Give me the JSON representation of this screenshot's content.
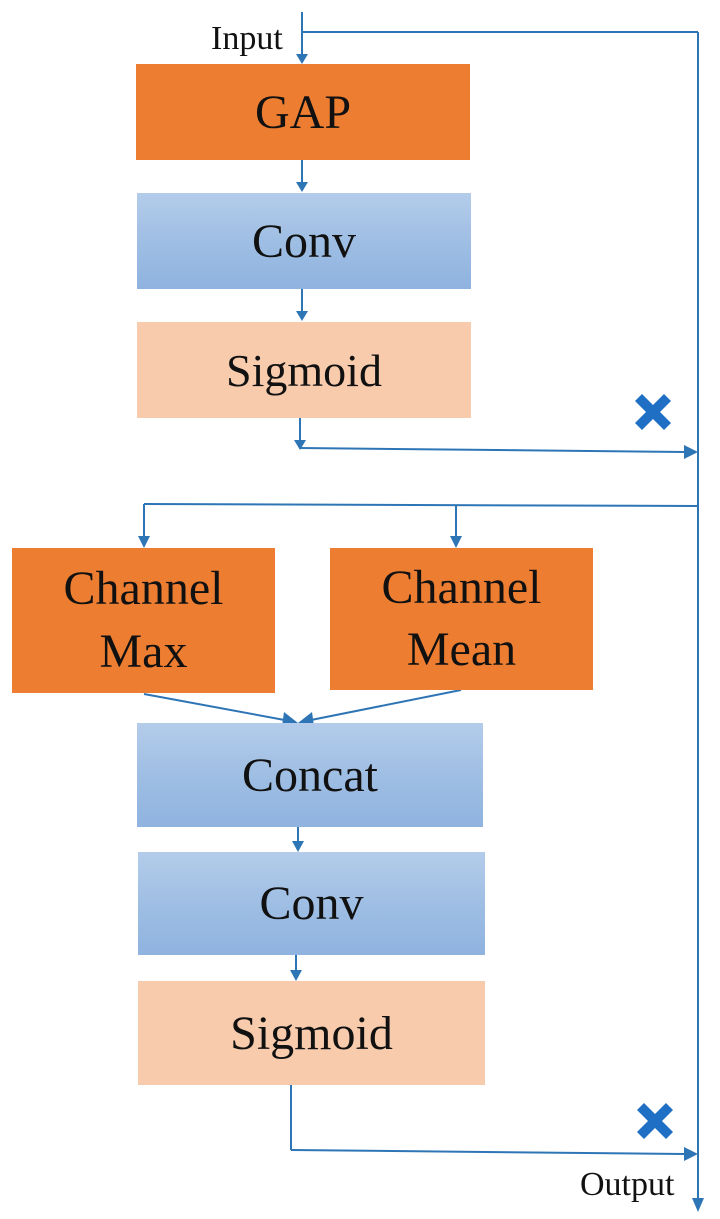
{
  "labels": {
    "input": "Input",
    "output": "Output"
  },
  "channel_attention": {
    "gap": "GAP",
    "conv": "Conv",
    "sigmoid": "Sigmoid"
  },
  "spatial_attention": {
    "channel_max_line1": "Channel",
    "channel_max_line2": "Max",
    "channel_mean_line1": "Channel",
    "channel_mean_line2": "Mean",
    "concat": "Concat",
    "conv": "Conv",
    "sigmoid": "Sigmoid"
  },
  "colors": {
    "orange_box": "#ED7D31",
    "blue_box": "#9DBDE3",
    "peach_box": "#F8CBAD",
    "connector": "#2E75B6",
    "multiply_icon": "#1F6FC5"
  }
}
